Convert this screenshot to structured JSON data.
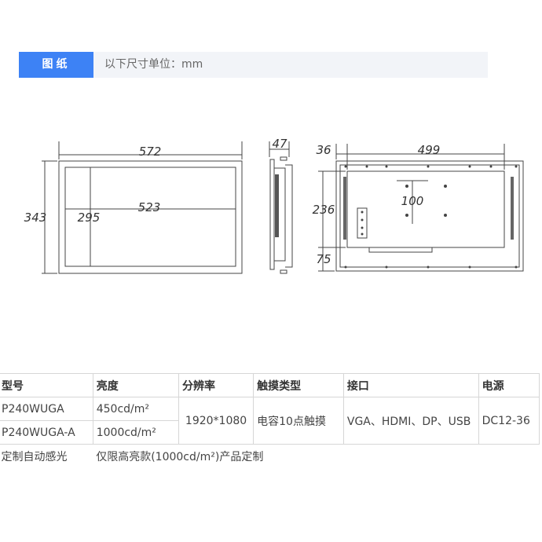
{
  "header": {
    "tab": "图纸",
    "unit_note": "以下尺寸单位：mm"
  },
  "drawing": {
    "front": {
      "width": "572",
      "height": "343",
      "inner_width": "523",
      "inner_height": "295"
    },
    "side": {
      "depth": "47"
    },
    "back": {
      "vesa_width": "499",
      "left_margin": "36",
      "vesa_height": "236",
      "bottom_margin": "75",
      "vesa_spacing": "100"
    }
  },
  "table": {
    "headers": [
      "型号",
      "亮度",
      "分辨率",
      "触摸类型",
      "接口",
      "电源"
    ],
    "rows": [
      {
        "model": "P240WUGA",
        "brightness": "450cd/m²"
      },
      {
        "model": "P240WUGA-A",
        "brightness": "1000cd/m²"
      }
    ],
    "resolution": "1920*1080",
    "touch": "电容10点触摸",
    "interface": "VGA、HDMI、DP、USB",
    "power": "DC12-36",
    "note_left": "定制自动感光",
    "note_right": "仅限高亮款(1000cd/m²)产品定制"
  }
}
